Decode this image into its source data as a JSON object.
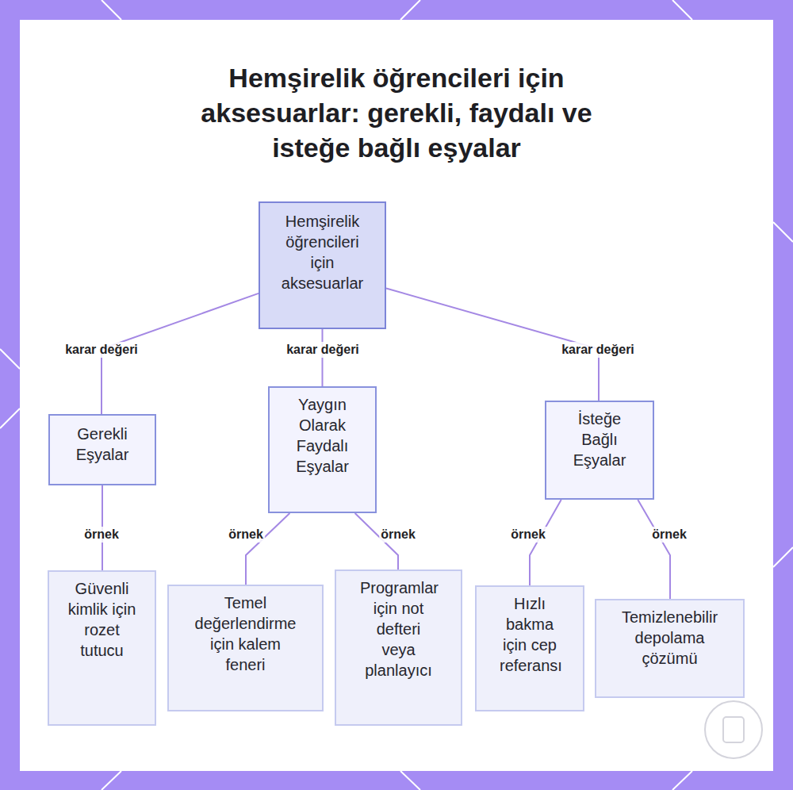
{
  "diagram": {
    "title": "Hemşirelik öğrencileri için aksesuarlar: gerekli, faydalı ve isteğe bağlı eşyalar",
    "nodes": [
      {
        "text": [
          "Hemşirelik öğrencileri için aksesuarlar"
        ]
      },
      {
        "text": [
          "Gerekli Eşyalar"
        ]
      },
      {
        "text": [
          "Yaygın Olarak Faydalı Eşyalar"
        ]
      },
      {
        "text": [
          "İsteğe Bağlı Eşyalar"
        ]
      },
      {
        "text": [
          "Güvenli kimlik için rozet tutucu"
        ]
      },
      {
        "text": [
          "Temel değerlendirme için kalem feneri"
        ]
      },
      {
        "text": [
          "Programlar için not defteri veya planlayıcı"
        ]
      },
      {
        "text": [
          "Hızlı bakma için cep referansı"
        ]
      },
      {
        "text": [
          "Temizlenebilir depolama çözümü"
        ]
      }
    ],
    "edges": [
      {
        "from": 0,
        "to": 1,
        "label": "karar değeri",
        "arrow": "none"
      },
      {
        "from": 0,
        "to": 2,
        "label": "karar değeri",
        "arrow": "none"
      },
      {
        "from": 0,
        "to": 3,
        "label": "karar değeri",
        "arrow": "none"
      },
      {
        "from": 1,
        "to": 4,
        "label": "örnek",
        "arrow": "none"
      },
      {
        "from": 2,
        "to": 5,
        "label": "örnek",
        "arrow": "none"
      },
      {
        "from": 2,
        "to": 6,
        "label": "örnek",
        "arrow": "none"
      },
      {
        "from": 3,
        "to": 7,
        "label": "örnek",
        "arrow": "none"
      },
      {
        "from": 3,
        "to": 8,
        "label": "örnek",
        "arrow": "none"
      }
    ]
  }
}
